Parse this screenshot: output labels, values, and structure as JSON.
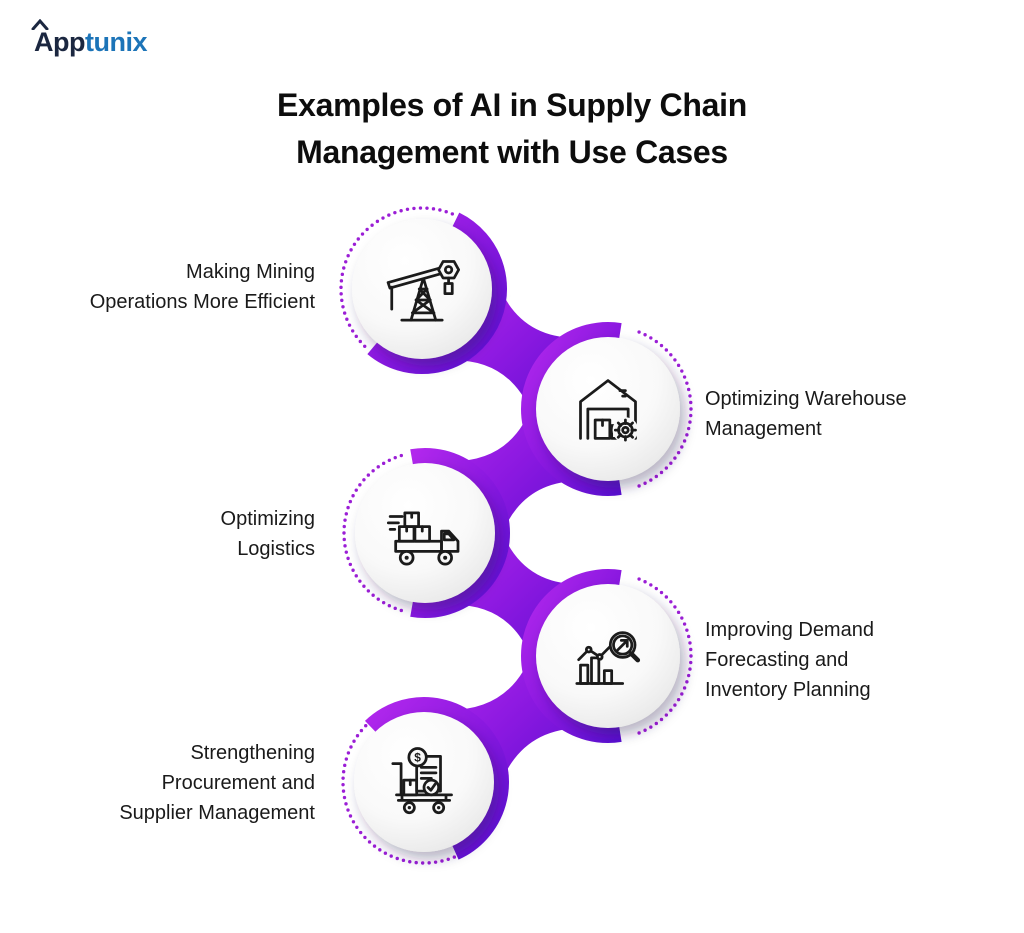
{
  "logo": {
    "dark_text": "App",
    "blue_text": "tunix"
  },
  "title": {
    "lines": [
      "Examples of AI in Supply Chain",
      "Management with Use Cases"
    ]
  },
  "nodes": [
    {
      "id": "mining",
      "label_lines": [
        "Making Mining",
        "Operations More Efficient"
      ],
      "icon": "oil-derrick-mining-icon"
    },
    {
      "id": "warehouse",
      "label_lines": [
        "Optimizing Warehouse",
        "Management"
      ],
      "icon": "warehouse-gear-icon"
    },
    {
      "id": "logistics",
      "label_lines": [
        "Optimizing",
        "Logistics"
      ],
      "icon": "delivery-truck-boxes-icon"
    },
    {
      "id": "forecasting",
      "label_lines": [
        "Improving Demand",
        "Forecasting and",
        "Inventory Planning"
      ],
      "icon": "bar-chart-magnifier-icon"
    },
    {
      "id": "procurement",
      "label_lines": [
        "Strengthening",
        "Procurement and",
        "Supplier Management"
      ],
      "icon": "procurement-cart-invoice-icon"
    }
  ],
  "colors": {
    "chain_purple_light": "#B228ED",
    "chain_purple_mid": "#8A18E0",
    "chain_purple_dark": "#5A0FD0",
    "dot_purple": "#9B1ED6",
    "logo_navy": "#1B2740",
    "logo_blue": "#1C74B8",
    "text_dark": "#1A1A1A"
  }
}
